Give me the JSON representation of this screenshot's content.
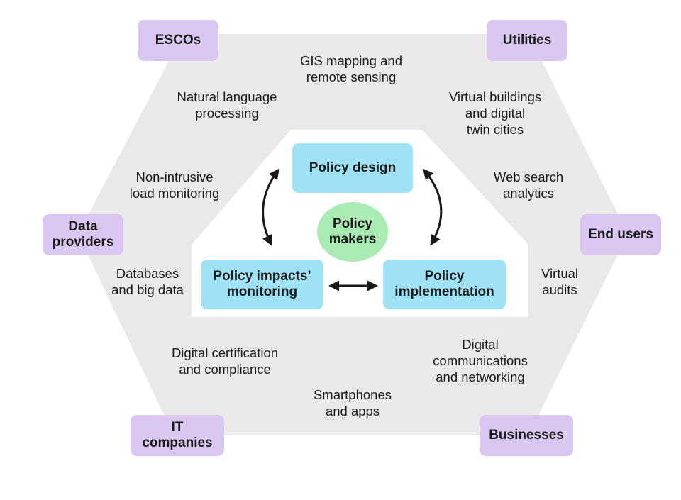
{
  "stakeholders": {
    "escos": "ESCOs",
    "utilities": "Utilities",
    "data_providers": "Data\nproviders",
    "end_users": "End users",
    "it_companies": "IT\ncompanies",
    "businesses": "Businesses"
  },
  "technologies": {
    "gis": "GIS mapping and\nremote sensing",
    "nlp": "Natural language\nprocessing",
    "virtual_buildings": "Virtual buildings\nand digital\ntwin cities",
    "nilm": "Non-intrusive\nload monitoring",
    "web_search": "Web search\nanalytics",
    "databases": "Databases\nand big data",
    "virtual_audits": "Virtual\naudits",
    "certification": "Digital certification\nand compliance",
    "communications": "Digital\ncommunications\nand networking",
    "smartphones": "Smartphones\nand apps"
  },
  "policy_cycle": {
    "design": "Policy design",
    "makers": "Policy\nmakers",
    "monitoring": "Policy impacts’\nmonitoring",
    "implementation": "Policy\nimplementation"
  },
  "colors": {
    "hexagon": "#e9e9e9",
    "stakeholder": "#d9c6f1",
    "policy": "#9fe2f6",
    "makers": "#a9ebb2",
    "arrow": "#1a1a1a"
  }
}
